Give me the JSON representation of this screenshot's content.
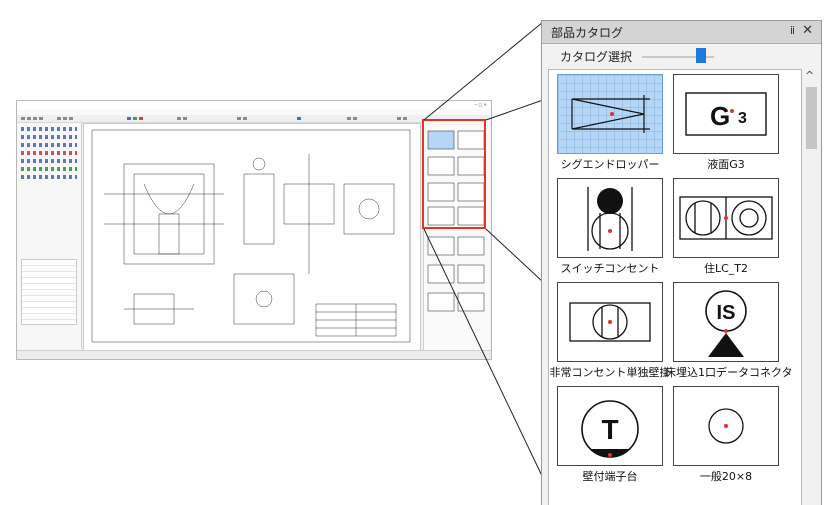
{
  "panel": {
    "title": "部品カタログ",
    "pin_glyph": "ⅱ",
    "close_glyph": "✕",
    "catalog_select_label": "カタログ選択",
    "scroll_up_glyph": "^"
  },
  "catalog_items": [
    {
      "label": "シグエンドロッパー",
      "selected": true
    },
    {
      "label": "液面G3",
      "thumb_text": "G",
      "thumb_sub": "3"
    },
    {
      "label": "スイッチコンセント"
    },
    {
      "label": "住LC_T2"
    },
    {
      "label": "非常コンセント単独壁掛"
    },
    {
      "label": "床埋込1口データコネクタ",
      "thumb_text": "IS"
    },
    {
      "label": "壁付端子台",
      "thumb_text": "T"
    },
    {
      "label": "一般20×8"
    }
  ],
  "colors": {
    "highlight": "#e6332a",
    "slider": "#1f7ae0",
    "center_dot": "#e03030",
    "selection": "#b5d6f4"
  }
}
